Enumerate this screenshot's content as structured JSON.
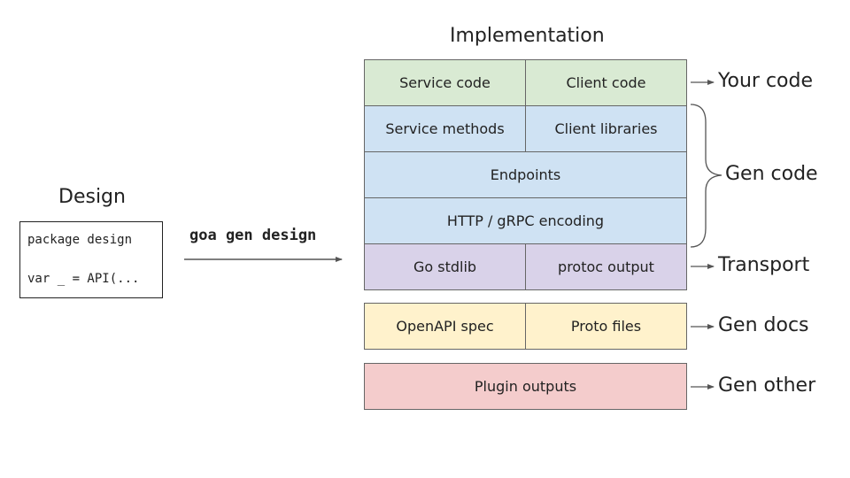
{
  "design": {
    "title": "Design",
    "code_lines": [
      "package design",
      "var _ = API(..."
    ]
  },
  "command": "goa gen design",
  "implementation": {
    "title": "Implementation",
    "rows": {
      "service_code": "Service code",
      "client_code": "Client code",
      "service_methods": "Service methods",
      "client_libraries": "Client libraries",
      "endpoints": "Endpoints",
      "encoding": "HTTP / gRPC encoding",
      "go_stdlib": "Go stdlib",
      "protoc_output": "protoc output",
      "openapi_spec": "OpenAPI spec",
      "proto_files": "Proto files",
      "plugin_outputs": "Plugin outputs"
    }
  },
  "labels": {
    "your_code": "Your code",
    "gen_code": "Gen code",
    "transport": "Transport",
    "gen_docs": "Gen docs",
    "gen_other": "Gen other"
  },
  "colors": {
    "your_code": "#d9ead3",
    "gen_code": "#cfe2f3",
    "transport": "#d9d2e9",
    "gen_docs": "#fff2cc",
    "gen_other": "#f4cccc"
  }
}
